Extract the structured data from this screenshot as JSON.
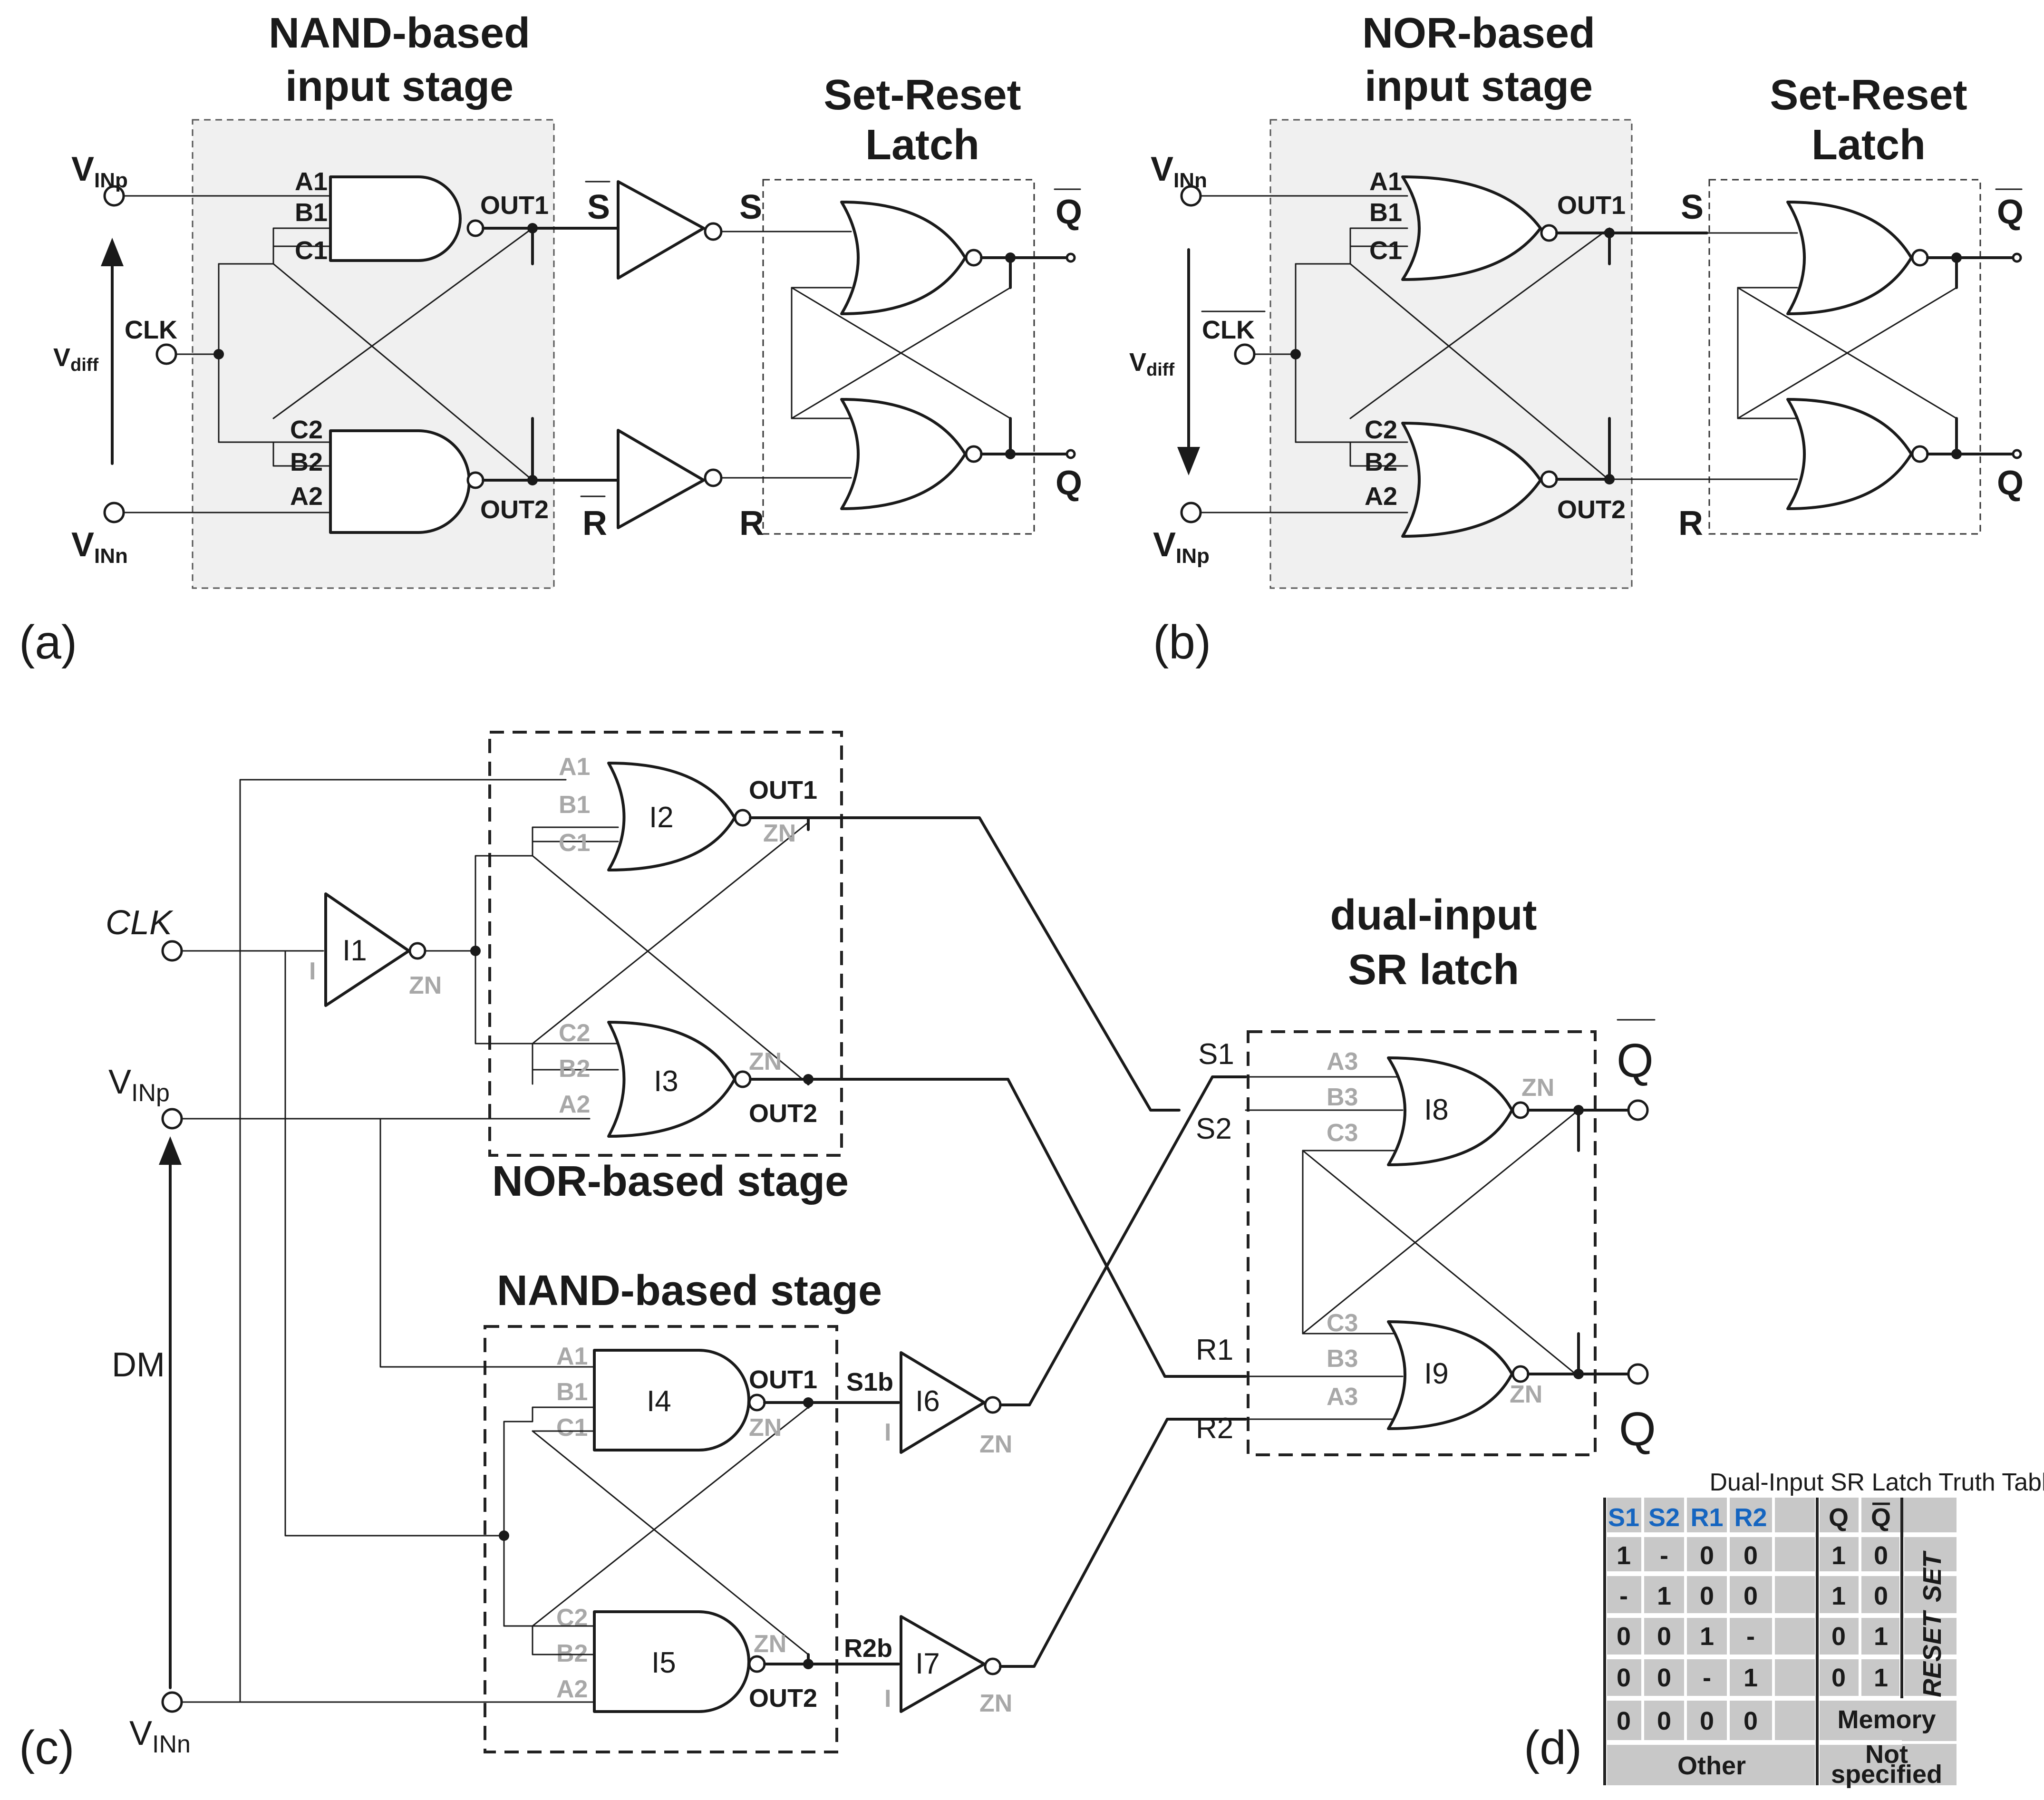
{
  "panel_labels": [
    "(a)",
    "(b)",
    "(c)",
    "(d)"
  ],
  "panel_a": {
    "input_stage_title": [
      "NAND-based",
      "input stage"
    ],
    "latch_title": [
      "Set-Reset",
      "Latch"
    ],
    "vinp": "V",
    "vinp_sub": "INp",
    "vinn": "V",
    "vinn_sub": "INn",
    "clk": "CLK",
    "vdiff": "V",
    "vdiff_sub": "diff",
    "pins": [
      "A1",
      "B1",
      "C1",
      "C2",
      "B2",
      "A2"
    ],
    "out1": "OUT1",
    "out2": "OUT2",
    "sbar": "S",
    "rbar": "R",
    "s": "S",
    "r": "R",
    "qbar": "Q",
    "q": "Q"
  },
  "panel_b": {
    "input_stage_title": [
      "NOR-based",
      "input stage"
    ],
    "latch_title": [
      "Set-Reset",
      "Latch"
    ],
    "vinn": "V",
    "vinn_sub": "INn",
    "vinp": "V",
    "vinp_sub": "INp",
    "clk": "CLK",
    "vdiff": "V",
    "vdiff_sub": "diff",
    "pins": [
      "A1",
      "B1",
      "C1",
      "C2",
      "B2",
      "A2"
    ],
    "out1": "OUT1",
    "out2": "OUT2",
    "s": "S",
    "r": "R",
    "qbar": "Q",
    "q": "Q"
  },
  "panel_c": {
    "clk": "CLK",
    "vinp": "V",
    "vinp_sub": "INp",
    "vinn": "V",
    "vinn_sub": "INn",
    "dm": "DM",
    "nor_stage": "NOR-based stage",
    "nand_stage": "NAND-based stage",
    "latch_title": [
      "dual-input",
      "SR latch"
    ],
    "gates": [
      "I1",
      "I2",
      "I3",
      "I4",
      "I5",
      "I6",
      "I7",
      "I8",
      "I9"
    ],
    "pin_i": "I",
    "pin_zn": "ZN",
    "pins_stage": [
      "A1",
      "B1",
      "C1",
      "C2",
      "B2",
      "A2"
    ],
    "pins_i8": [
      "A3",
      "B3",
      "C3"
    ],
    "pins_i9": [
      "C3",
      "B3",
      "A3"
    ],
    "out1": "OUT1",
    "out2": "OUT2",
    "s1b": "S1b",
    "r2b": "R2b",
    "s1": "S1",
    "s2": "S2",
    "r1": "R1",
    "r2": "R2",
    "qbar": "Q",
    "q": "Q",
    "s2_color": "#1565c0"
  },
  "panel_d": {
    "title": "Dual-Input SR Latch Truth Table",
    "headers": [
      "S1",
      "S2",
      "R1",
      "R2",
      "Q",
      "Q"
    ],
    "rows": [
      [
        "1",
        "-",
        "0",
        "0",
        "1",
        "0"
      ],
      [
        "-",
        "1",
        "0",
        "0",
        "1",
        "0"
      ],
      [
        "0",
        "0",
        "1",
        "-",
        "0",
        "1"
      ],
      [
        "0",
        "0",
        "-",
        "1",
        "0",
        "1"
      ]
    ],
    "memory_row": [
      "0",
      "0",
      "0",
      "0"
    ],
    "memory": "Memory",
    "other": "Other",
    "not_specified": [
      "Not",
      "specified"
    ],
    "side_set": "SET",
    "side_reset": "RESET",
    "header_color": "#1565c0",
    "cell_color": "#c8c8c8"
  }
}
